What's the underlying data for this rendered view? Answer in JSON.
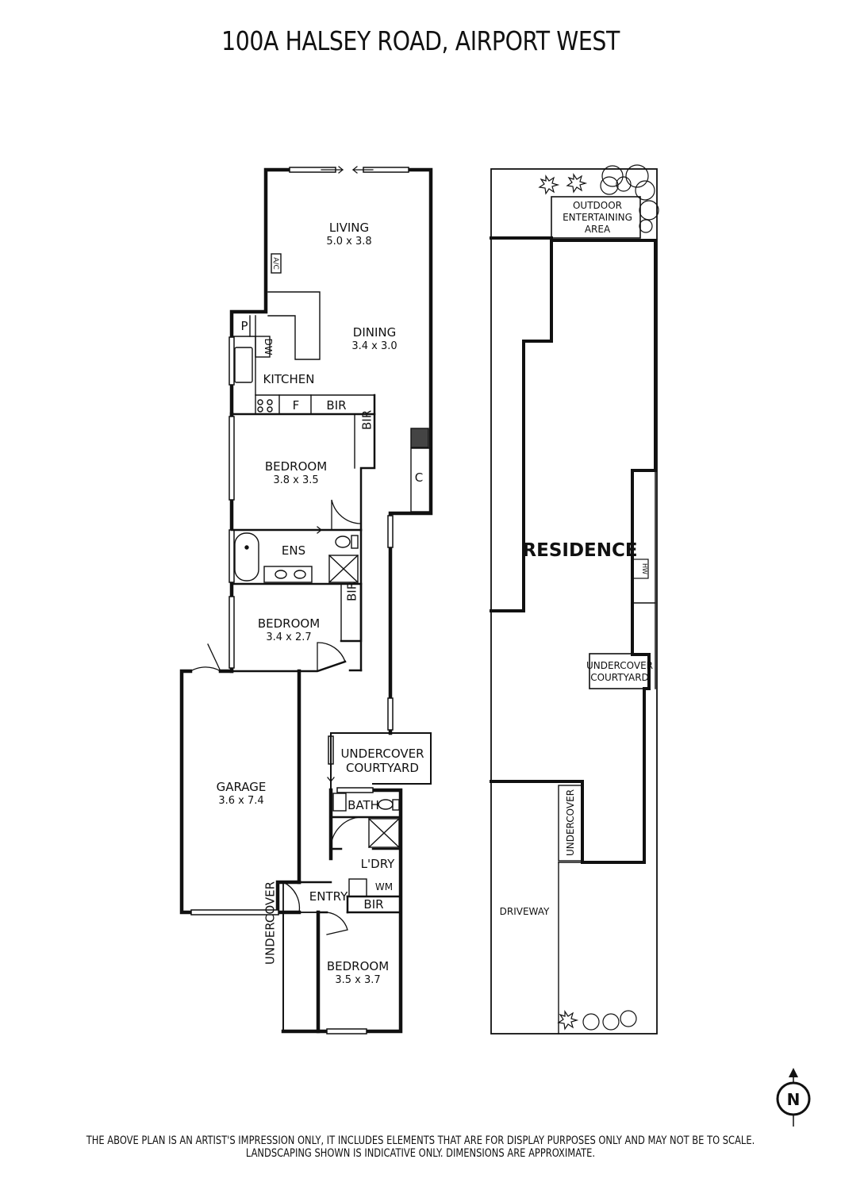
{
  "title": "100A HALSEY ROAD, AIRPORT WEST",
  "rooms": {
    "living": {
      "name": "LIVING",
      "dims": "5.0 x 3.8"
    },
    "dining": {
      "name": "DINING",
      "dims": "3.4 x 3.0"
    },
    "kitchen": {
      "name": "KITCHEN"
    },
    "bedroom1": {
      "name": "BEDROOM",
      "dims": "3.8 x 3.5"
    },
    "ensuite": {
      "name": "ENS"
    },
    "bedroom2": {
      "name": "BEDROOM",
      "dims": "3.4 x 2.7"
    },
    "garage": {
      "name": "GARAGE",
      "dims": "3.6 x 7.4"
    },
    "courtyard": {
      "line1": "UNDERCOVER",
      "line2": "COURTYARD"
    },
    "bath": {
      "name": "BATH"
    },
    "laundry": {
      "name": "L'DRY"
    },
    "entry": {
      "name": "ENTRY"
    },
    "bedroom3": {
      "name": "BEDROOM",
      "dims": "3.5 x 3.7"
    },
    "undercover": {
      "name": "UNDERCOVER"
    }
  },
  "fixtures": {
    "pantry": "P",
    "dishwasher": "DW",
    "fridge": "F",
    "bir": "BIR",
    "cupboard": "C",
    "washing_machine": "WM",
    "aircon": "A/C"
  },
  "site": {
    "residence": "RESIDENCE",
    "outdoor": {
      "line1": "OUTDOOR",
      "line2": "ENTERTAINING",
      "line3": "AREA"
    },
    "hot_water": "HW",
    "courtyard": {
      "line1": "UNDERCOVER",
      "line2": "COURTYARD"
    },
    "undercover": "UNDERCOVER",
    "driveway": "DRIVEWAY"
  },
  "compass": "N",
  "disclaimer": {
    "line1": "THE ABOVE PLAN IS AN ARTIST'S IMPRESSION ONLY, IT INCLUDES ELEMENTS THAT ARE FOR DISPLAY PURPOSES ONLY AND MAY NOT BE TO SCALE.",
    "line2": "LANDSCAPING SHOWN IS INDICATIVE ONLY. DIMENSIONS ARE APPROXIMATE."
  },
  "colors": {
    "wall": "#111111",
    "line": "#222222",
    "background": "#ffffff"
  }
}
